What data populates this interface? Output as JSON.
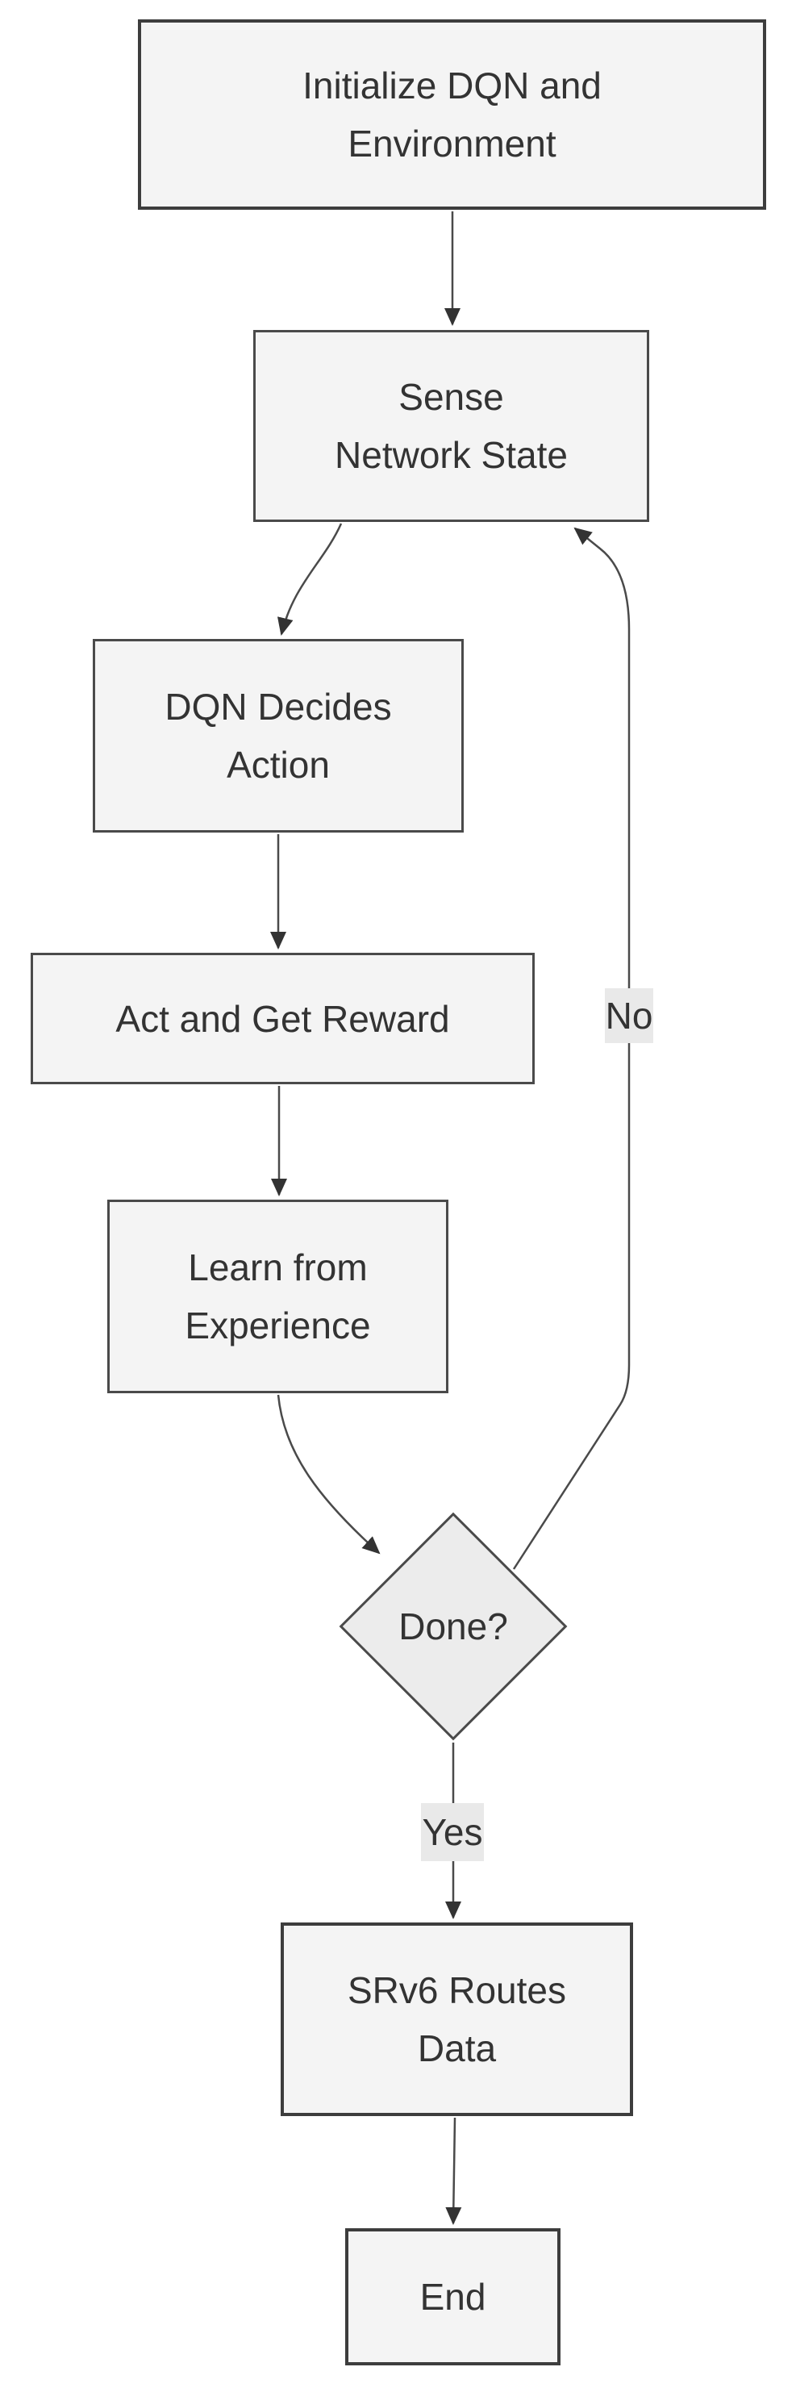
{
  "title": "DQN and SRv6 routing flowchart",
  "colors": {
    "page-bg": "#ffffff",
    "node-fill": "#f4f4f4",
    "diamond-fill": "#ececec",
    "node-border": "#4a4a4a",
    "strong-border": "#3d3d3d",
    "edge-line": "#4a4a4a",
    "arrowhead": "#333333",
    "text": "#333333",
    "edge-label-bg": "#e9e9e9"
  },
  "diagram": {
    "nodes": [
      {
        "id": "init",
        "shape": "rect",
        "lines": [
          "Initialize DQN and",
          "Environment"
        ]
      },
      {
        "id": "sense",
        "shape": "rect",
        "lines": [
          "Sense",
          "Network State"
        ]
      },
      {
        "id": "decide",
        "shape": "rect",
        "lines": [
          "DQN Decides",
          "Action"
        ]
      },
      {
        "id": "act",
        "shape": "rect",
        "lines": [
          "Act and Get Reward"
        ]
      },
      {
        "id": "learn",
        "shape": "rect",
        "lines": [
          "Learn from",
          "Experience"
        ]
      },
      {
        "id": "done",
        "shape": "diamond",
        "lines": [
          "Done?"
        ]
      },
      {
        "id": "srv6",
        "shape": "rect",
        "lines": [
          "SRv6 Routes",
          "Data"
        ]
      },
      {
        "id": "end",
        "shape": "rect",
        "lines": [
          "End"
        ]
      }
    ],
    "edges": [
      {
        "from": "init",
        "to": "sense"
      },
      {
        "from": "sense",
        "to": "decide"
      },
      {
        "from": "decide",
        "to": "act"
      },
      {
        "from": "act",
        "to": "learn"
      },
      {
        "from": "learn",
        "to": "done"
      },
      {
        "from": "done",
        "to": "sense",
        "label": "No"
      },
      {
        "from": "done",
        "to": "srv6",
        "label": "Yes"
      },
      {
        "from": "srv6",
        "to": "end"
      }
    ]
  }
}
